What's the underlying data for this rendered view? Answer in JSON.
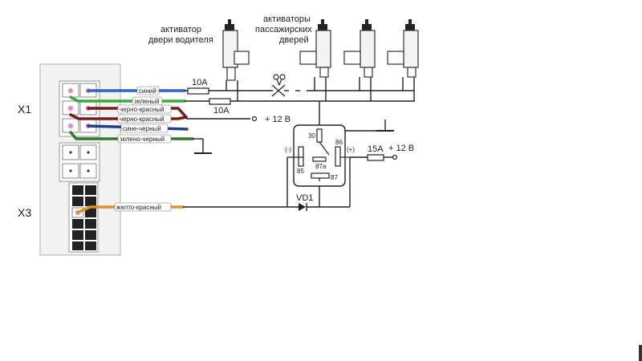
{
  "connectors": {
    "x1": "X1",
    "x3": "X3"
  },
  "wires": [
    {
      "label": "синий",
      "color": "#2f62c9"
    },
    {
      "label": "зеленый",
      "color": "#3aa83a"
    },
    {
      "label": "черно-красный",
      "color": "#7a1a1a"
    },
    {
      "label": "черно-красный",
      "color": "#7a1a1a"
    },
    {
      "label": "сине-черный",
      "color": "#1f3f8a"
    },
    {
      "label": "зелено-черный",
      "color": "#2f7a2f"
    },
    {
      "label": "желто-красный",
      "color": "#e0902a"
    }
  ],
  "fuses": {
    "f1": "10А",
    "f2": "10А",
    "f3": "15А"
  },
  "power": {
    "p1": "+ 12 В",
    "p2": "+ 12 В"
  },
  "actuators": {
    "driver_label_line1": "активатор",
    "driver_label_line2": "двери водителя",
    "passenger_label_line1": "активаторы",
    "passenger_label_line2": "пассажирских",
    "passenger_label_line3": "дверей"
  },
  "relay": {
    "pin30": "30",
    "pin86": "86",
    "pin85": "85",
    "pin87": "87",
    "pin87a": "87a",
    "minus": "(-)",
    "plus": "(+)"
  },
  "diode": "VD1",
  "icons": {
    "cut": "scissors-icon",
    "ground": "ground-icon"
  }
}
